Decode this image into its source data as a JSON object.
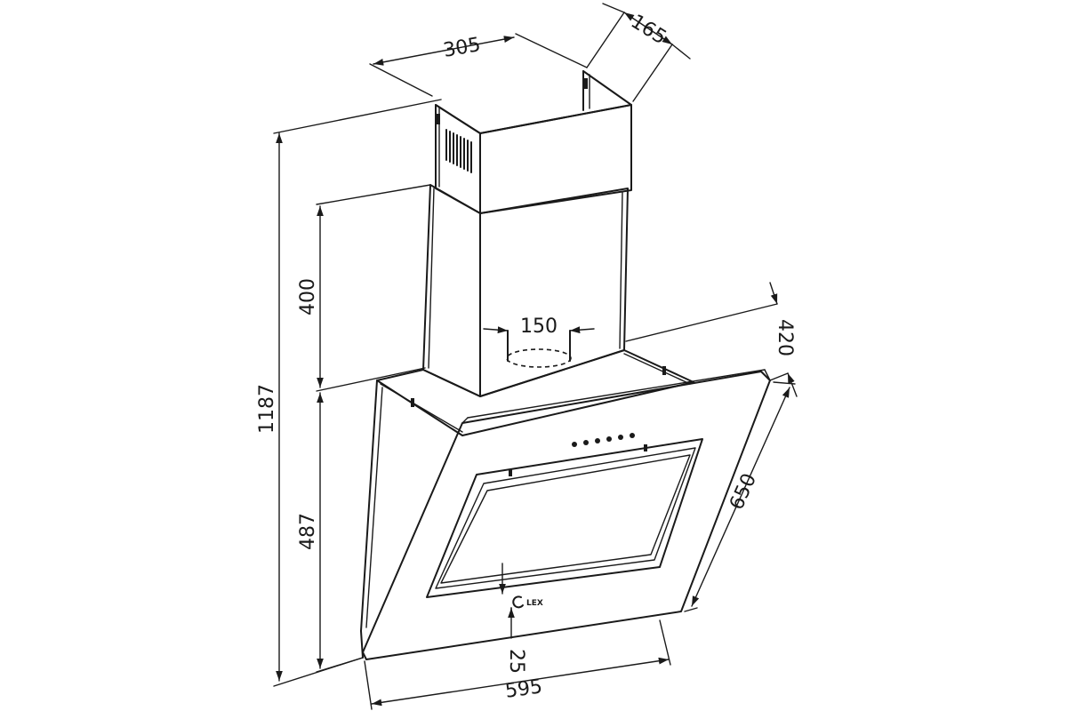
{
  "dimensions": {
    "top_width": "305",
    "top_depth": "165",
    "total_height": "1187",
    "chimney_height": "400",
    "duct_diameter": "150",
    "canopy_depth": "420",
    "glass_height": "650",
    "body_height": "487",
    "glass_bottom": "25",
    "width": "595"
  },
  "brand": {
    "label": "LEX"
  },
  "colors": {
    "line": "#1a1a1a",
    "background": "#ffffff"
  }
}
